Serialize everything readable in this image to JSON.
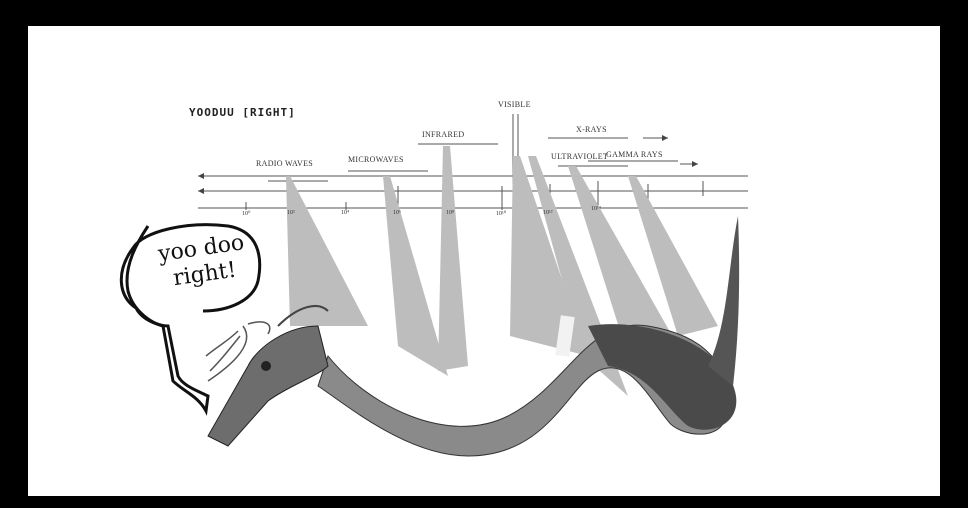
{
  "illustration": {
    "title": "YOODUU [RIGHT]",
    "speech": [
      "yoo doo",
      "right!"
    ],
    "bands": {
      "radio": "RADIO WAVES",
      "microwaves": "MICROWAVES",
      "infrared": "INFRARED",
      "visible": "VISIBLE",
      "ultraviolet": "ULTRAVIOLET",
      "xray": "X-RAYS",
      "gamma": "GAMMA RAYS"
    },
    "ticks": [
      "10⁰",
      "10²",
      "10⁴",
      "10⁶",
      "10⁸",
      "10¹⁰",
      "10¹²",
      "10¹⁴"
    ]
  }
}
